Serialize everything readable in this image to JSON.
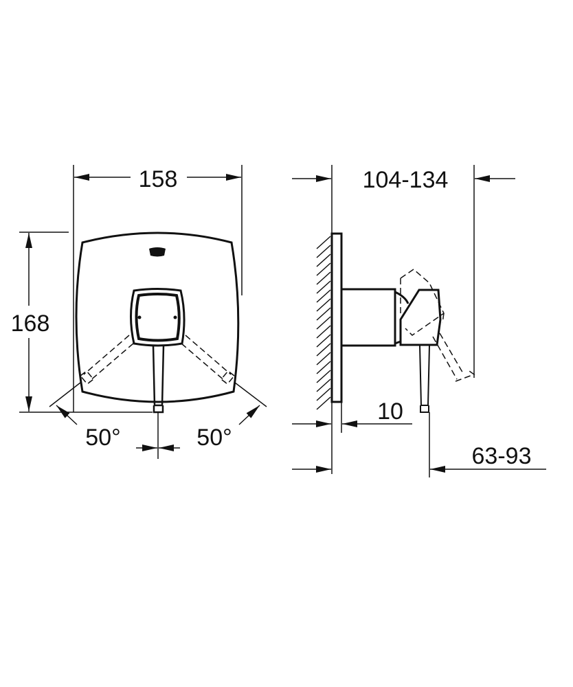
{
  "front_view": {
    "width_label": "158",
    "height_label": "168",
    "angle_left_label": "50°",
    "angle_right_label": "50°"
  },
  "side_view": {
    "depth_label": "104-134",
    "plate_label": "10",
    "lever_label": "63-93"
  }
}
